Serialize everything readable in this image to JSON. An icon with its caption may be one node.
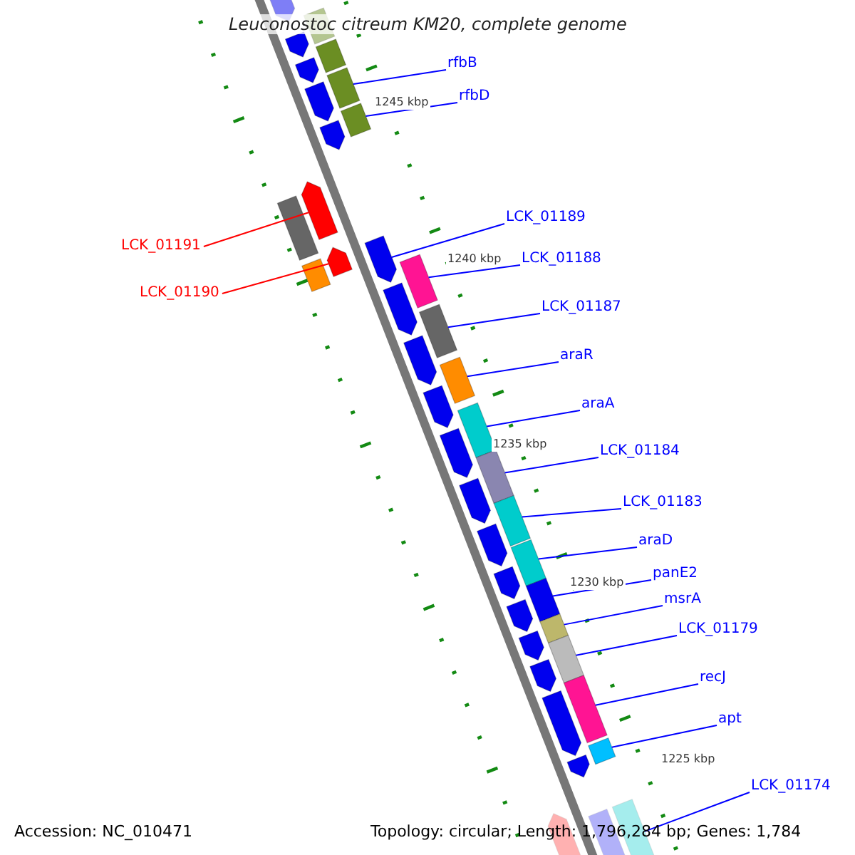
{
  "diagram": {
    "title": "Leuconostoc citreum KM20, complete genome",
    "nodes": [
      {
        "text": [
          "rfbB"
        ]
      },
      {
        "text": [
          "rfbD"
        ]
      },
      {
        "text": [
          "LCK_01189"
        ]
      },
      {
        "text": [
          "LCK_01191"
        ]
      },
      {
        "text": [
          "LCK_01188"
        ]
      },
      {
        "text": [
          "LCK_01190"
        ]
      },
      {
        "text": [
          "LCK_01187"
        ]
      },
      {
        "text": [
          "araR"
        ]
      },
      {
        "text": [
          "araA"
        ]
      },
      {
        "text": [
          "LCK_01184"
        ]
      },
      {
        "text": [
          "LCK_01183"
        ]
      },
      {
        "text": [
          "araD"
        ]
      },
      {
        "text": [
          "panE2"
        ]
      },
      {
        "text": [
          "msrA"
        ]
      },
      {
        "text": [
          "LCK_01179"
        ]
      },
      {
        "text": [
          "recJ"
        ]
      },
      {
        "text": [
          "apt"
        ]
      },
      {
        "text": [
          "LCK_01174"
        ]
      },
      {
        "text": [],
        "shape": "bar"
      },
      {
        "text": [],
        "shape": "bar"
      },
      {
        "text": [],
        "shape": "bar"
      },
      {
        "text": [],
        "shape": "bar"
      },
      {
        "text": [],
        "shape": "bar"
      },
      {
        "text": [],
        "shape": "bar"
      },
      {
        "text": [],
        "shape": "bar"
      },
      {
        "text": [],
        "shape": "bar"
      },
      {
        "text": [],
        "shape": "bar"
      },
      {
        "text": [],
        "shape": "bar"
      },
      {
        "text": [],
        "shape": "bar"
      },
      {
        "text": [],
        "shape": "bar"
      },
      {
        "text": [],
        "shape": "bar"
      },
      {
        "text": [],
        "shape": "bar"
      },
      {
        "text": [],
        "shape": "bar"
      },
      {
        "text": [],
        "shape": "bar"
      },
      {
        "text": [],
        "shape": "bar"
      },
      {
        "text": [],
        "shape": "bar"
      },
      {
        "text": [],
        "shape": "bar"
      },
      {
        "text": [],
        "shape": "bar"
      },
      {
        "text": [],
        "shape": "bar"
      },
      {
        "text": [],
        "shape": "bar"
      },
      {
        "text": [],
        "shape": "bar"
      },
      {
        "text": [],
        "shape": "bar"
      },
      {
        "text": [],
        "shape": "bar"
      },
      {
        "text": [],
        "shape": "bar"
      },
      {
        "text": [],
        "shape": "bar"
      },
      {
        "text": [],
        "shape": "bar"
      },
      {
        "text": [],
        "shape": "bar"
      },
      {
        "text": [],
        "shape": "bar"
      },
      {
        "text": [],
        "shape": "bar"
      },
      {
        "text": [],
        "shape": "bar"
      },
      {
        "text": [],
        "shape": "bar"
      },
      {
        "text": [],
        "shape": "bar"
      },
      {
        "text": [],
        "shape": "bar"
      },
      {
        "text": [],
        "shape": "bar"
      },
      {
        "text": [],
        "shape": "bar"
      },
      {
        "text": [],
        "shape": "bar"
      },
      {
        "text": [],
        "shape": "bar"
      },
      {
        "text": [],
        "shape": "bar"
      },
      {
        "text": [],
        "shape": "bar"
      }
    ],
    "edges": [
      {
        "from": 0,
        "to": 18,
        "arrow": "none"
      },
      {
        "from": 1,
        "to": 19,
        "arrow": "none"
      },
      {
        "from": 2,
        "to": 20,
        "arrow": "none"
      },
      {
        "from": 3,
        "to": 21,
        "arrow": "none",
        "color": "#ff0000"
      },
      {
        "from": 4,
        "to": 22,
        "arrow": "none"
      },
      {
        "from": 5,
        "to": 23,
        "arrow": "none",
        "color": "#ff0000"
      },
      {
        "from": 6,
        "to": 24,
        "arrow": "none"
      },
      {
        "from": 7,
        "to": 25,
        "arrow": "none"
      },
      {
        "from": 8,
        "to": 26,
        "arrow": "none"
      },
      {
        "from": 9,
        "to": 27,
        "arrow": "none"
      },
      {
        "from": 10,
        "to": 28,
        "arrow": "none"
      },
      {
        "from": 11,
        "to": 29,
        "arrow": "none"
      },
      {
        "from": 12,
        "to": 30,
        "arrow": "none"
      },
      {
        "from": 13,
        "to": 31,
        "arrow": "none"
      },
      {
        "from": 14,
        "to": 32,
        "arrow": "none"
      },
      {
        "from": 15,
        "to": 33,
        "arrow": "none"
      },
      {
        "from": 16,
        "to": 34,
        "arrow": "none"
      },
      {
        "from": 17,
        "to": 35,
        "arrow": "none"
      }
    ],
    "labels": [
      "1245 kbp",
      "1240 kbp",
      "1235 kbp",
      "1230 kbp",
      "1225 kbp",
      "Accession: NC_010471",
      "Topology: circular; Length: 1,796,284 bp; Genes: 1,784"
    ]
  }
}
